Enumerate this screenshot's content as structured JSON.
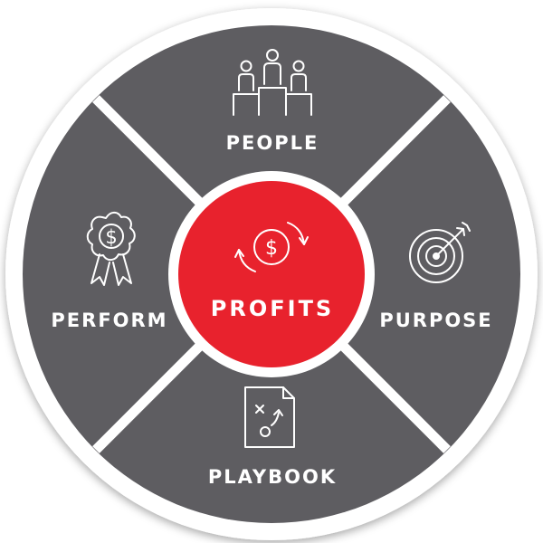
{
  "colors": {
    "segment": "#5e5d61",
    "divider": "#ffffff",
    "center": "#e8222d",
    "text": "#ffffff"
  },
  "center": {
    "label": "PROFITS",
    "icon": "dollar-cycle-icon"
  },
  "segments": [
    {
      "id": "people",
      "label": "PEOPLE",
      "icon": "people-podium-icon"
    },
    {
      "id": "purpose",
      "label": "PURPOSE",
      "icon": "target-arrow-icon"
    },
    {
      "id": "playbook",
      "label": "PLAYBOOK",
      "icon": "playbook-plan-icon"
    },
    {
      "id": "perform",
      "label": "PERFORM",
      "icon": "award-ribbon-icon"
    }
  ]
}
